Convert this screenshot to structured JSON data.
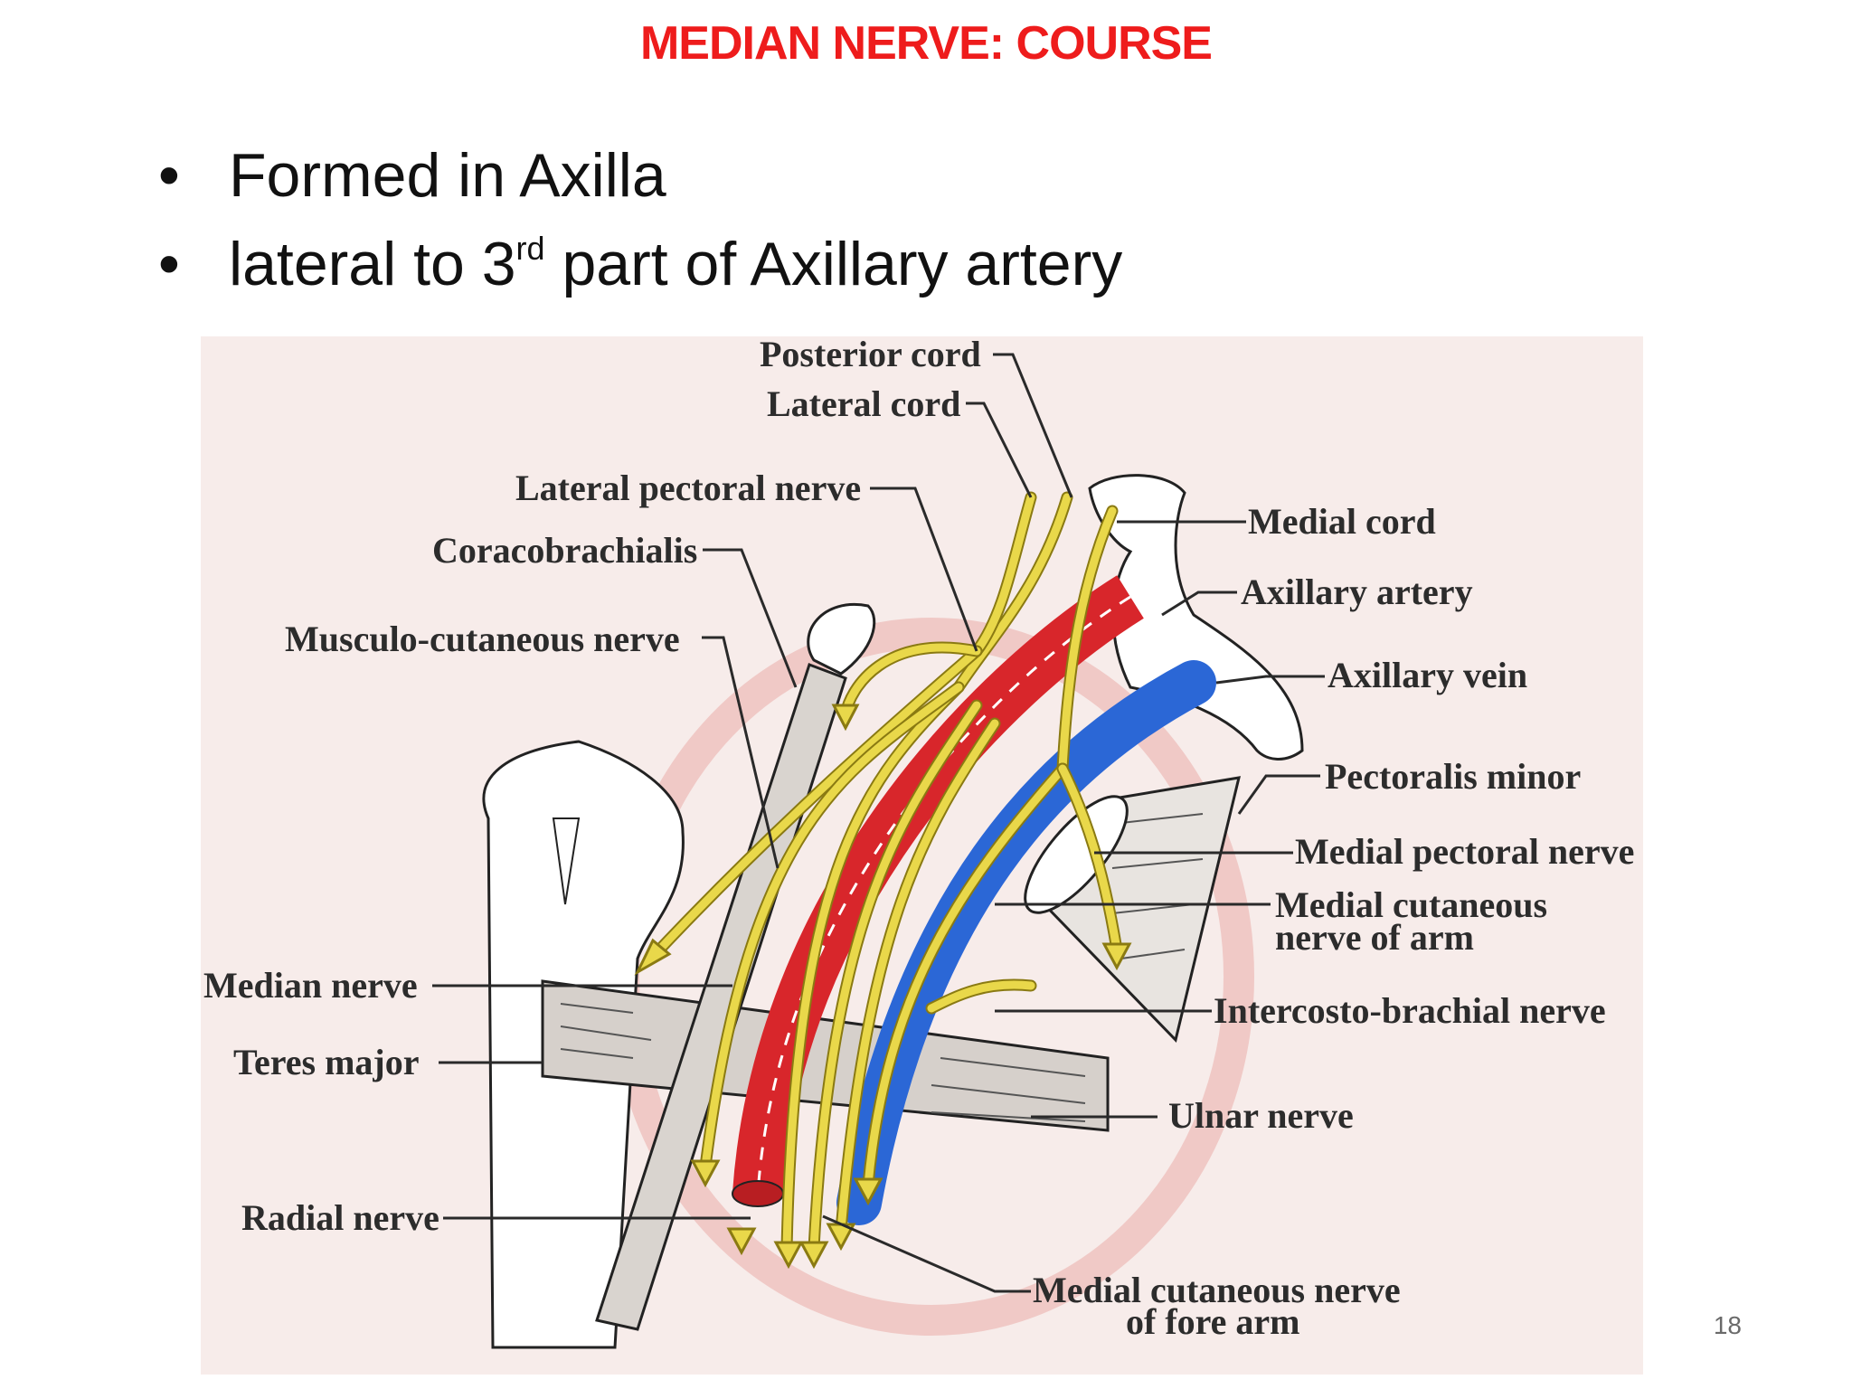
{
  "slide": {
    "title": "MEDIAN NERVE: COURSE",
    "bullets": [
      {
        "text": "Formed in Axilla"
      },
      {
        "pre": "lateral to 3",
        "sup": "rd",
        "post": " part of Axillary artery"
      }
    ],
    "page_number": "18"
  },
  "diagram": {
    "labels": {
      "posterior_cord": "Posterior cord",
      "lateral_cord": "Lateral cord",
      "lateral_pectoral_nerve": "Lateral pectoral nerve",
      "coracobrachialis": "Coracobrachialis",
      "musculo_cutaneous_nerve": "Musculo-cutaneous nerve",
      "median_nerve": "Median nerve",
      "teres_major": "Teres major",
      "radial_nerve": "Radial nerve",
      "medial_cord": "Medial cord",
      "axillary_artery": "Axillary artery",
      "axillary_vein": "Axillary vein",
      "pectoralis_minor": "Pectoralis minor",
      "medial_pectoral_nerve": "Medial pectoral nerve",
      "medial_cutaneous_nerve_of_arm": [
        "Medial cutaneous",
        "nerve of arm"
      ],
      "intercosto_brachial_nerve": "Intercosto-brachial nerve",
      "ulnar_nerve": "Ulnar nerve",
      "medial_cutaneous_nerve_of_forearm": [
        "Medial cutaneous nerve",
        "of fore arm"
      ]
    },
    "colors": {
      "artery": "#d8262b",
      "vein": "#2b67d6",
      "nerve": "#e9d84a",
      "title": "#ee1c1c"
    }
  }
}
